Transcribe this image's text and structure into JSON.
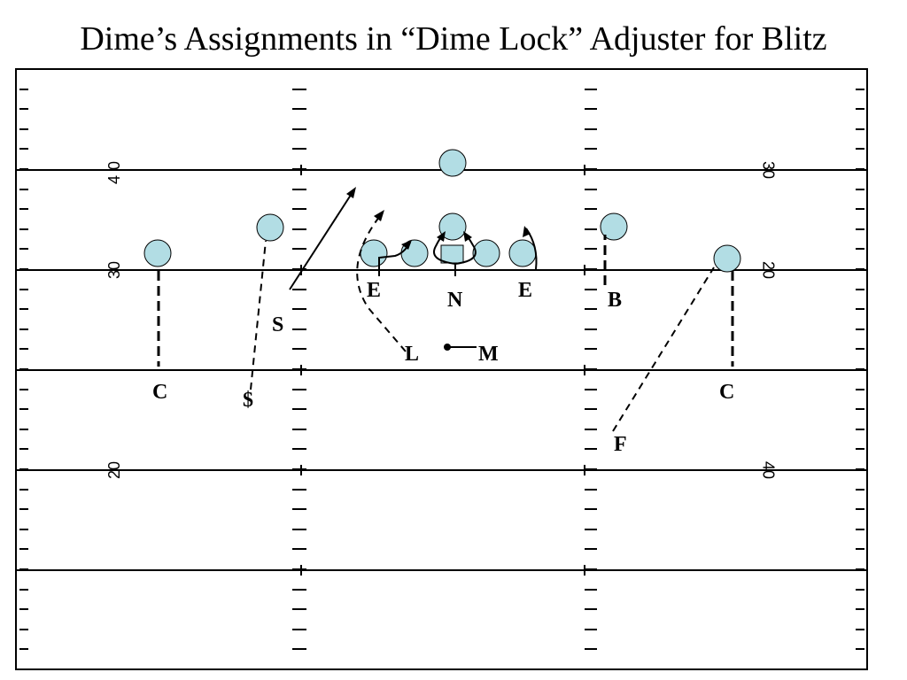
{
  "title": "Dime’s Assignments in “Dime Lock” Adjuster for Blitz",
  "colors": {
    "player_fill": "#b2dde4",
    "line": "#000000",
    "field_bg": "#ffffff"
  },
  "yard_numbers": [
    "40",
    "30",
    "20",
    "20",
    "30",
    "40"
  ],
  "labels": {
    "left_corner": "C",
    "right_corner": "C",
    "dime": "$",
    "strong_safety": "S",
    "left_end": "E",
    "right_end": "E",
    "nose": "N",
    "lb_l": "L",
    "lb_m": "M",
    "buck": "B",
    "free_safety": "F"
  }
}
